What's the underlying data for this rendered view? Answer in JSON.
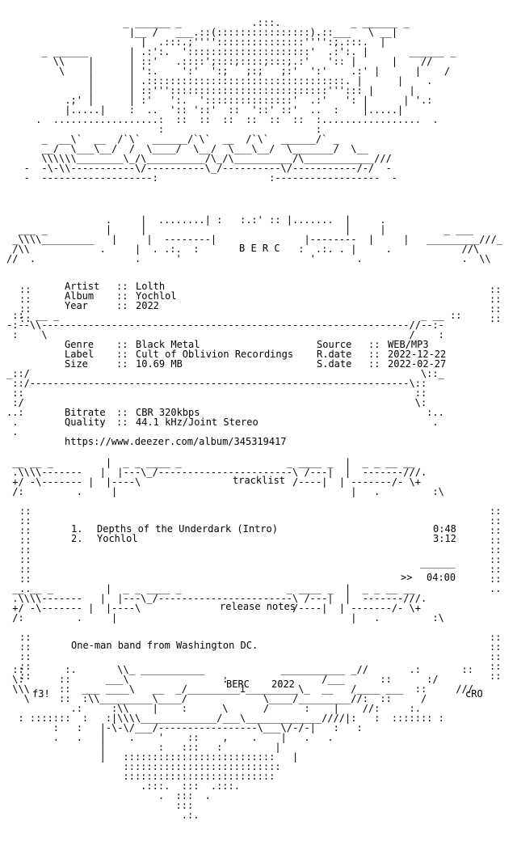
{
  "header": {
    "group": "B E R C"
  },
  "release": {
    "artist_label": "Artist",
    "artist": "Lolth",
    "album_label": "Album",
    "album": "Yochlol",
    "year_label": "Year",
    "year": "2022",
    "genre_label": "Genre",
    "genre": "Black Metal",
    "label_label": "Label",
    "label": "Cult of Oblivion Recordings",
    "size_label": "Size",
    "size": "10.69 MB",
    "source_label": "Source",
    "source": "WEB/MP3",
    "rdate_label": "R.date",
    "rdate": "2022-12-22",
    "sdate_label": "S.date",
    "sdate": "2022-02-27",
    "bitrate_label": "Bitrate",
    "bitrate": "CBR 320kbps",
    "quality_label": "Quality",
    "quality": "44.1 kHz/Joint Stereo",
    "url": "https://www.deezer.com/album/345319417",
    "sep": "::"
  },
  "tracklist": {
    "heading": "tracklist",
    "tracks": [
      {
        "num": "1.",
        "title": "Depths of the Underdark (Intro)",
        "time": "0:48"
      },
      {
        "num": "2.",
        "title": "Yochlol",
        "time": "3:12"
      }
    ],
    "total_rule": "______",
    "total_prefix": ">>",
    "total": "04:00"
  },
  "notes": {
    "heading": "release notes",
    "text": "One-man band from Washington DC."
  },
  "footer": {
    "left_tag": "f3!",
    "center": "BERC",
    "year": "2022",
    "right_tag": "cRO"
  }
}
